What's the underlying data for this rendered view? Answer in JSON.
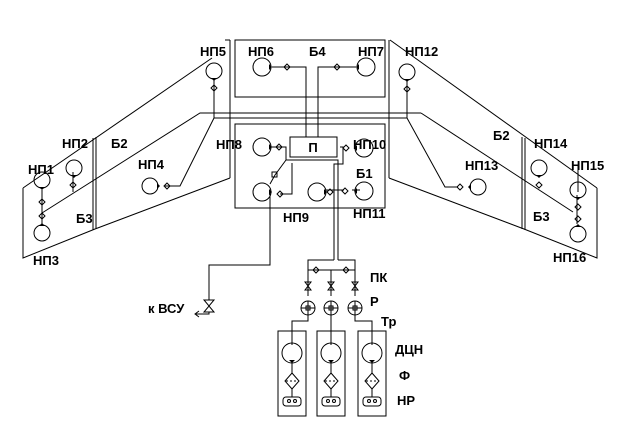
{
  "diagram": {
    "title": "",
    "tanks": {
      "b1": "Б1",
      "b2_left": "Б2",
      "b2_right": "Б2",
      "b3_left": "Б3",
      "b3_right": "Б3",
      "b4": "Б4"
    },
    "pumps": {
      "np1": "НП1",
      "np2": "НП2",
      "np3": "НП3",
      "np4": "НП4",
      "np5": "НП5",
      "np6": "НП6",
      "np7": "НП7",
      "np8": "НП8",
      "np9": "НП9",
      "np10": "НП10",
      "np11": "НП11",
      "np12": "НП12",
      "np13": "НП13",
      "np14": "НП14",
      "np15": "НП15",
      "np16": "НП16"
    },
    "center_block": "П",
    "apu_outlet": "к ВСУ",
    "legend": {
      "check_valves": "ПК",
      "flowmeters": "Р",
      "pipeline": "Тр",
      "centrifugal_pump": "ДЦН",
      "filter": "Ф",
      "rotary_pump": "НР"
    }
  }
}
